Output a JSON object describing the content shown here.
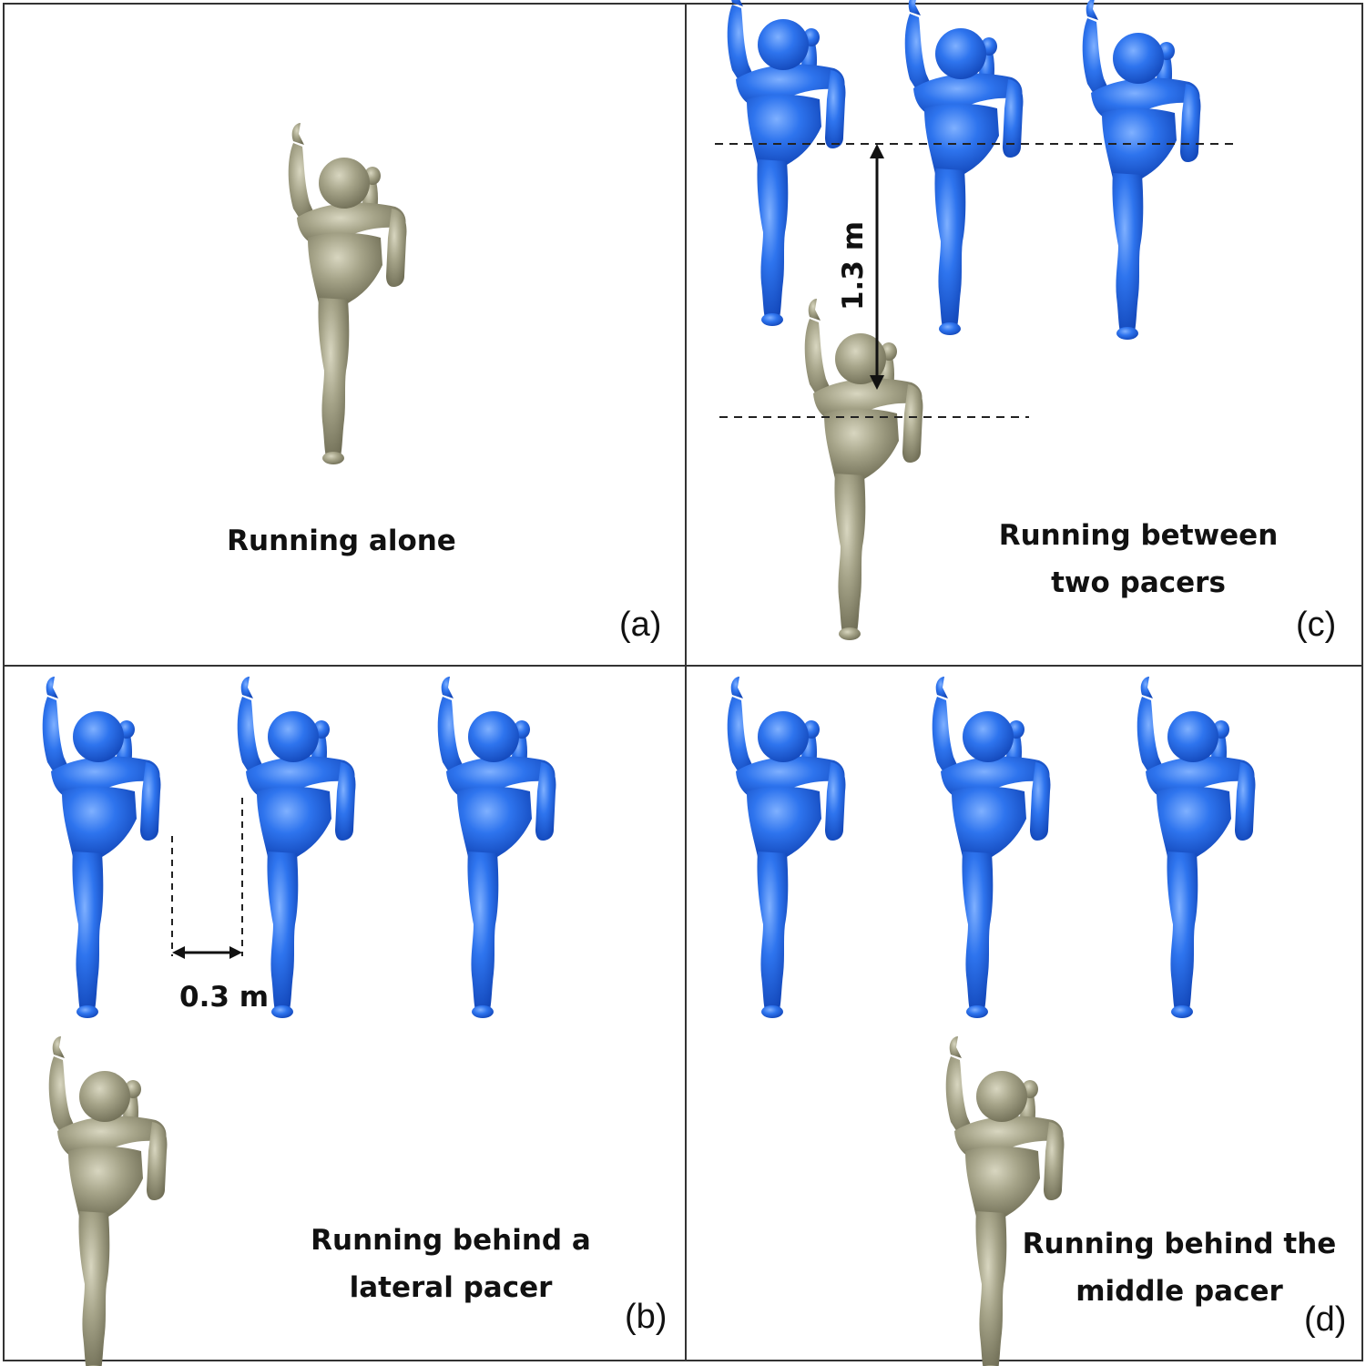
{
  "panels": {
    "a": {
      "label": "(a)",
      "caption": "Running alone"
    },
    "b": {
      "label": "(b)",
      "caption_line1": "Running behind a",
      "caption_line2": "lateral pacer",
      "gap_label": "0.3 m"
    },
    "c": {
      "label": "(c)",
      "caption_line1": "Running between",
      "caption_line2": "two pacers",
      "distance_label": "1.3 m"
    },
    "d": {
      "label": "(d)",
      "caption_line1": "Running behind the",
      "caption_line2": "middle pacer"
    }
  },
  "colors": {
    "pacer": "#2468e6",
    "runner": "#a3a186",
    "outline": "#444444"
  }
}
